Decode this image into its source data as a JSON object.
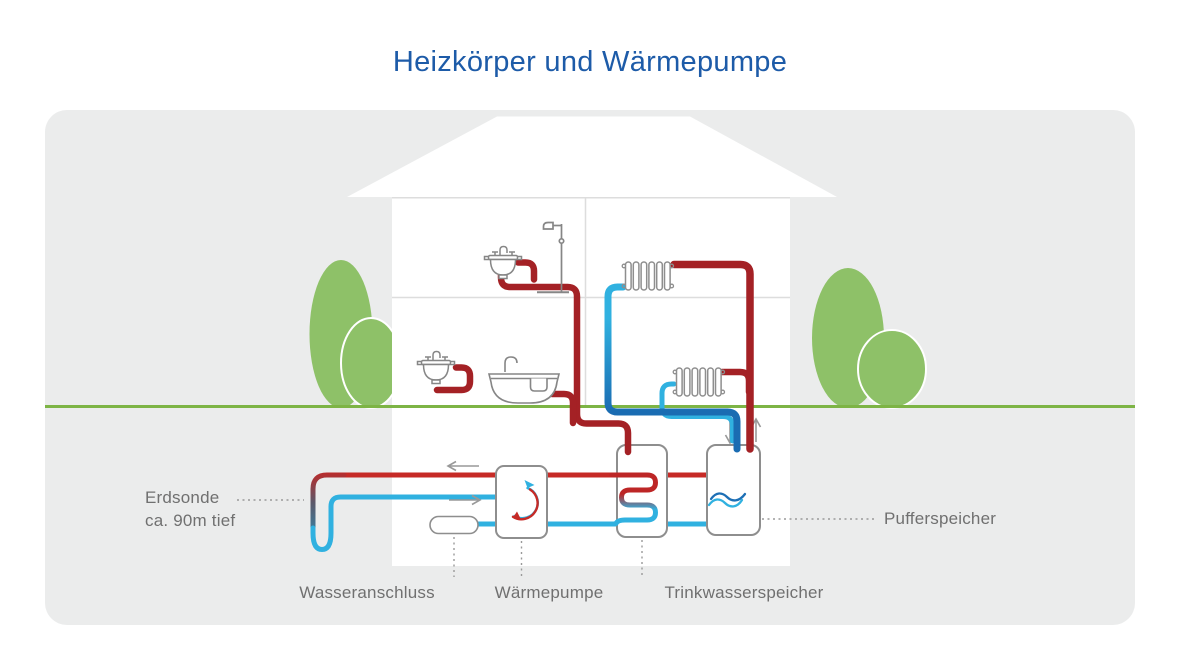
{
  "title": "Heizkörper und Wärmepumpe",
  "labels": {
    "erdsonde": "Erdsonde",
    "erdsonde_depth": "ca. 90m tief",
    "wasseranschluss": "Wasseranschluss",
    "waermepumpe": "Wärmepumpe",
    "trinkwasserspeicher": "Trinkwasserspeicher",
    "pufferspeicher": "Pufferspeicher"
  },
  "icons": {
    "house": "house-cross-section",
    "trees": "garden-trees",
    "radiators": "radiator-icon",
    "washbasin": "washbasin-icon",
    "shower": "shower-icon",
    "bathtub": "bathtub-icon",
    "heat_pump_cycle": "refrigerant-cycle-icon",
    "storage_coil": "heat-exchanger-coil-icon",
    "buffer_waves": "water-waves-icon",
    "flow_arrows": "flow-direction-arrows",
    "ground_loop": "earth-probe-u-pipe"
  },
  "colors": {
    "title_blue": "#1d5ba8",
    "panel_bg": "#ebecec",
    "house_white": "#ffffff",
    "pipe_red_dark": "#a42125",
    "pipe_red_bright": "#c62a26",
    "pipe_cyan": "#30b1e0",
    "pipe_blue_dark": "#1a6cb2",
    "probe_dark": "#5d5768",
    "tree_green": "#8ec168",
    "ground_green": "#7db445",
    "outline_gray": "#8e8e8e",
    "interior_line": "#dddddd",
    "label_gray": "#707070",
    "arrow_gray": "#999999"
  }
}
